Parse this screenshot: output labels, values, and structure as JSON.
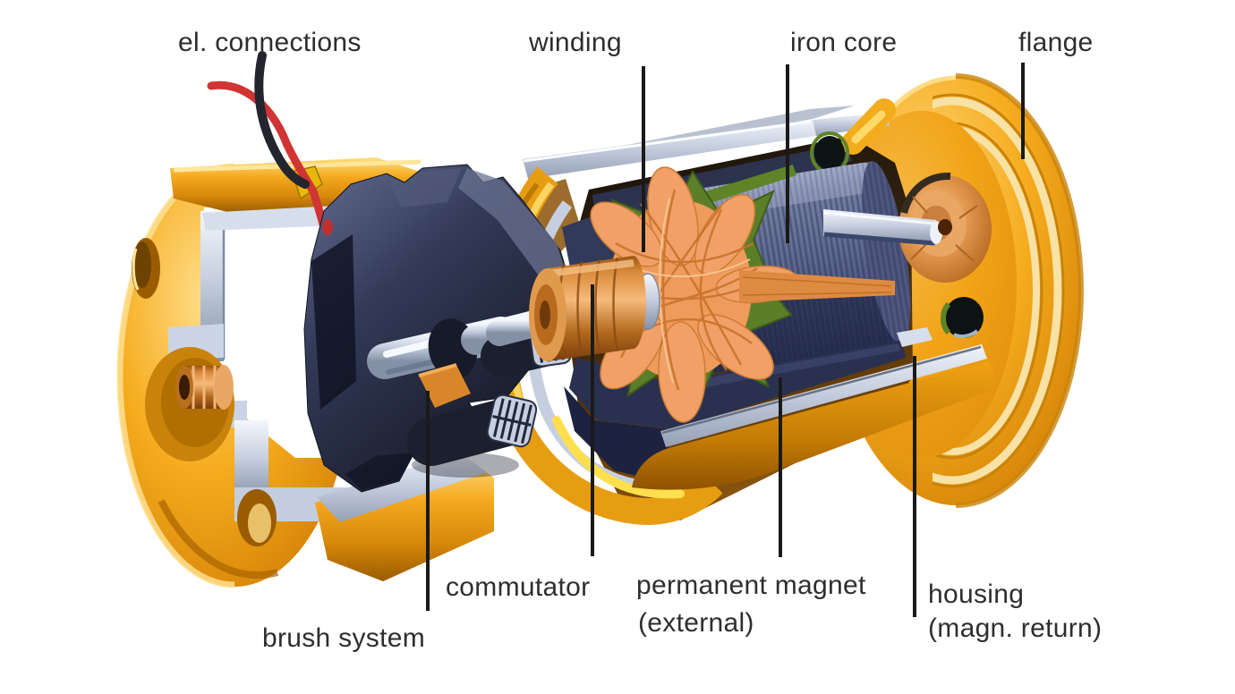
{
  "labels": {
    "el_connections": "el. connections",
    "winding": "winding",
    "iron_core": "iron core",
    "flange": "flange",
    "commutator": "commutator",
    "brush_system": "brush system",
    "permanent_magnet": "permanent magnet",
    "permanent_magnet_note": "(external)",
    "housing": "housing",
    "housing_note": "(magn. return)"
  },
  "colors": {
    "background": "#FFFFFF",
    "label_text": "#2E2E2E",
    "leader_line": "#1A1A1A",
    "gold": "#F5A91F",
    "gold_highlight": "#FFE083",
    "gold_shadow": "#9A5C00",
    "steel_silver": "#C7D0E0",
    "navy_dark": "#1B1F33",
    "navy_mid": "#39405E",
    "iron_core_slate": "#555F86",
    "copper": "#C8803C",
    "winding_orange": "#EF9B5C",
    "rotor_green": "#5B7F28",
    "wire_red": "#D03434",
    "wire_black": "#23262F"
  }
}
